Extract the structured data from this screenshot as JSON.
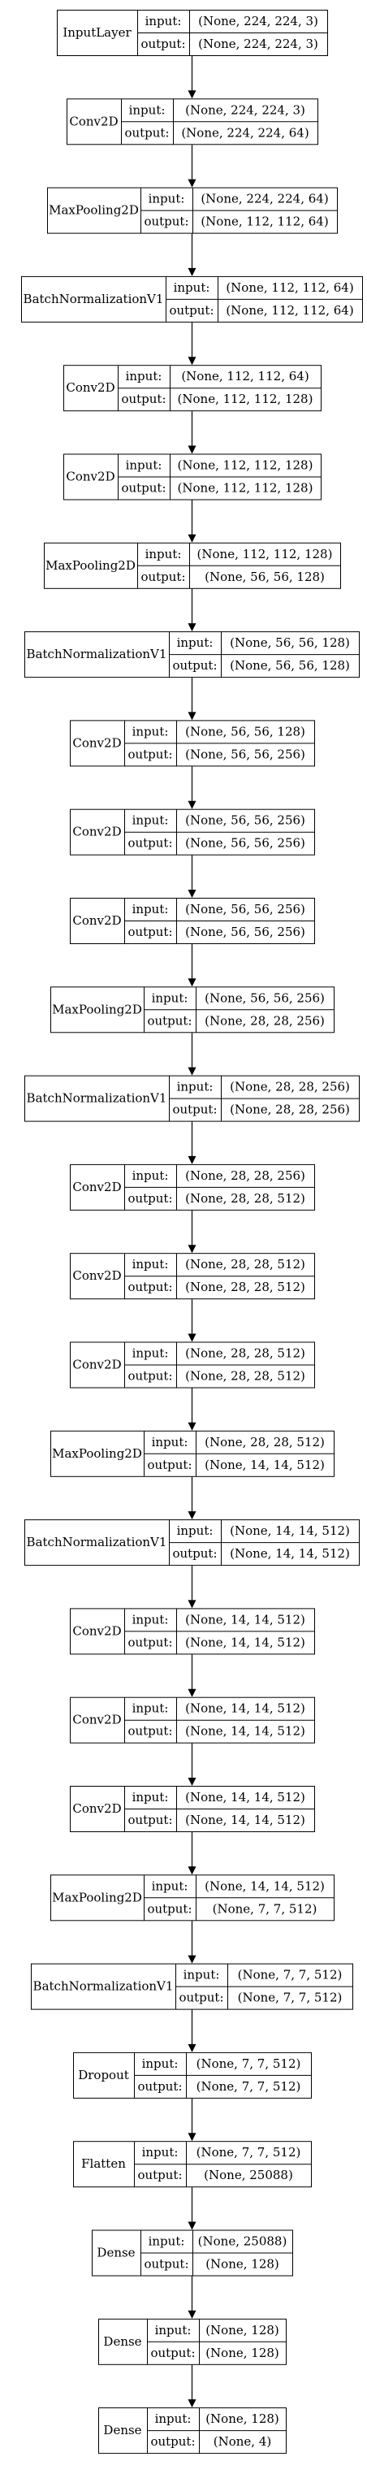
{
  "diagram": {
    "type": "keras-model-plot",
    "port_labels": {
      "input": "input:",
      "output": "output:"
    },
    "layers": [
      {
        "name": "InputLayer",
        "input": "(None, 224, 224, 3)",
        "output": "(None, 224, 224, 3)"
      },
      {
        "name": "Conv2D",
        "input": "(None, 224, 224, 3)",
        "output": "(None, 224, 224, 64)"
      },
      {
        "name": "MaxPooling2D",
        "input": "(None, 224, 224, 64)",
        "output": "(None, 112, 112, 64)"
      },
      {
        "name": "BatchNormalizationV1",
        "input": "(None, 112, 112, 64)",
        "output": "(None, 112, 112, 64)"
      },
      {
        "name": "Conv2D",
        "input": "(None, 112, 112, 64)",
        "output": "(None, 112, 112, 128)"
      },
      {
        "name": "Conv2D",
        "input": "(None, 112, 112, 128)",
        "output": "(None, 112, 112, 128)"
      },
      {
        "name": "MaxPooling2D",
        "input": "(None, 112, 112, 128)",
        "output": "(None, 56, 56, 128)"
      },
      {
        "name": "BatchNormalizationV1",
        "input": "(None, 56, 56, 128)",
        "output": "(None, 56, 56, 128)"
      },
      {
        "name": "Conv2D",
        "input": "(None, 56, 56, 128)",
        "output": "(None, 56, 56, 256)"
      },
      {
        "name": "Conv2D",
        "input": "(None, 56, 56, 256)",
        "output": "(None, 56, 56, 256)"
      },
      {
        "name": "Conv2D",
        "input": "(None, 56, 56, 256)",
        "output": "(None, 56, 56, 256)"
      },
      {
        "name": "MaxPooling2D",
        "input": "(None, 56, 56, 256)",
        "output": "(None, 28, 28, 256)"
      },
      {
        "name": "BatchNormalizationV1",
        "input": "(None, 28, 28, 256)",
        "output": "(None, 28, 28, 256)"
      },
      {
        "name": "Conv2D",
        "input": "(None, 28, 28, 256)",
        "output": "(None, 28, 28, 512)"
      },
      {
        "name": "Conv2D",
        "input": "(None, 28, 28, 512)",
        "output": "(None, 28, 28, 512)"
      },
      {
        "name": "Conv2D",
        "input": "(None, 28, 28, 512)",
        "output": "(None, 28, 28, 512)"
      },
      {
        "name": "MaxPooling2D",
        "input": "(None, 28, 28, 512)",
        "output": "(None, 14, 14, 512)"
      },
      {
        "name": "BatchNormalizationV1",
        "input": "(None, 14, 14, 512)",
        "output": "(None, 14, 14, 512)"
      },
      {
        "name": "Conv2D",
        "input": "(None, 14, 14, 512)",
        "output": "(None, 14, 14, 512)"
      },
      {
        "name": "Conv2D",
        "input": "(None, 14, 14, 512)",
        "output": "(None, 14, 14, 512)"
      },
      {
        "name": "Conv2D",
        "input": "(None, 14, 14, 512)",
        "output": "(None, 14, 14, 512)"
      },
      {
        "name": "MaxPooling2D",
        "input": "(None, 14, 14, 512)",
        "output": "(None, 7, 7, 512)"
      },
      {
        "name": "BatchNormalizationV1",
        "input": "(None, 7, 7, 512)",
        "output": "(None, 7, 7, 512)"
      },
      {
        "name": "Dropout",
        "input": "(None, 7, 7, 512)",
        "output": "(None, 7, 7, 512)"
      },
      {
        "name": "Flatten",
        "input": "(None, 7, 7, 512)",
        "output": "(None, 25088)"
      },
      {
        "name": "Dense",
        "input": "(None, 25088)",
        "output": "(None, 128)"
      },
      {
        "name": "Dense",
        "input": "(None, 128)",
        "output": "(None, 128)"
      },
      {
        "name": "Dense",
        "input": "(None, 128)",
        "output": "(None, 4)"
      }
    ]
  }
}
